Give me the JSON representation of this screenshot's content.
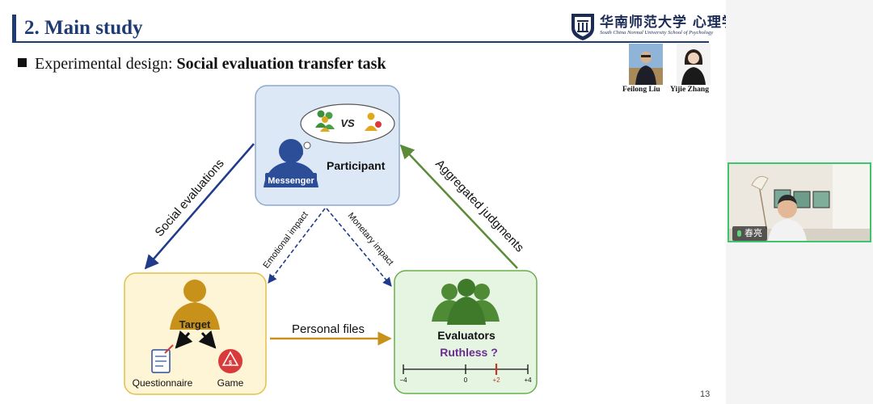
{
  "slide": {
    "title": "2. Main study",
    "logo": {
      "name": "华南师范大学 心理学院",
      "sub": "South China Normal University  School of Psychology"
    },
    "bullet": {
      "prefix": "Experimental design: ",
      "emphasis": "Social evaluation transfer task"
    },
    "authors": [
      {
        "name": "Feilong Liu"
      },
      {
        "name": "Yijie Zhang"
      }
    ],
    "page_number": "13"
  },
  "diagram": {
    "participant_label": "Participant",
    "messenger_label": "Messenger",
    "vs_label": "VS",
    "target_label": "Target",
    "questionnaire_label": "Questionnaire",
    "game_label": "Game",
    "evaluators_label": "Evaluators",
    "ruthless_label": "Ruthless ?",
    "scale": {
      "min": "−4",
      "mid": "0",
      "marked": "+2",
      "max": "+4"
    },
    "arrows": {
      "social_evaluations": "Social evaluations",
      "aggregated_judgments": "Aggregated judgments",
      "emotional_impact": "Emotional impact",
      "monetary_impact": "Monetary impact",
      "personal_files": "Personal files"
    }
  },
  "video": {
    "participant_name": "春亮"
  },
  "colors": {
    "title_blue": "#1f3b73",
    "participant_box": "#dde8f6",
    "target_box": "#fdf5d6",
    "evaluators_box": "#e6f4e2",
    "green_arrow": "#5b8b36",
    "gold": "#c8911a",
    "purple": "#6a2c91",
    "red_mark": "#c0392b"
  }
}
